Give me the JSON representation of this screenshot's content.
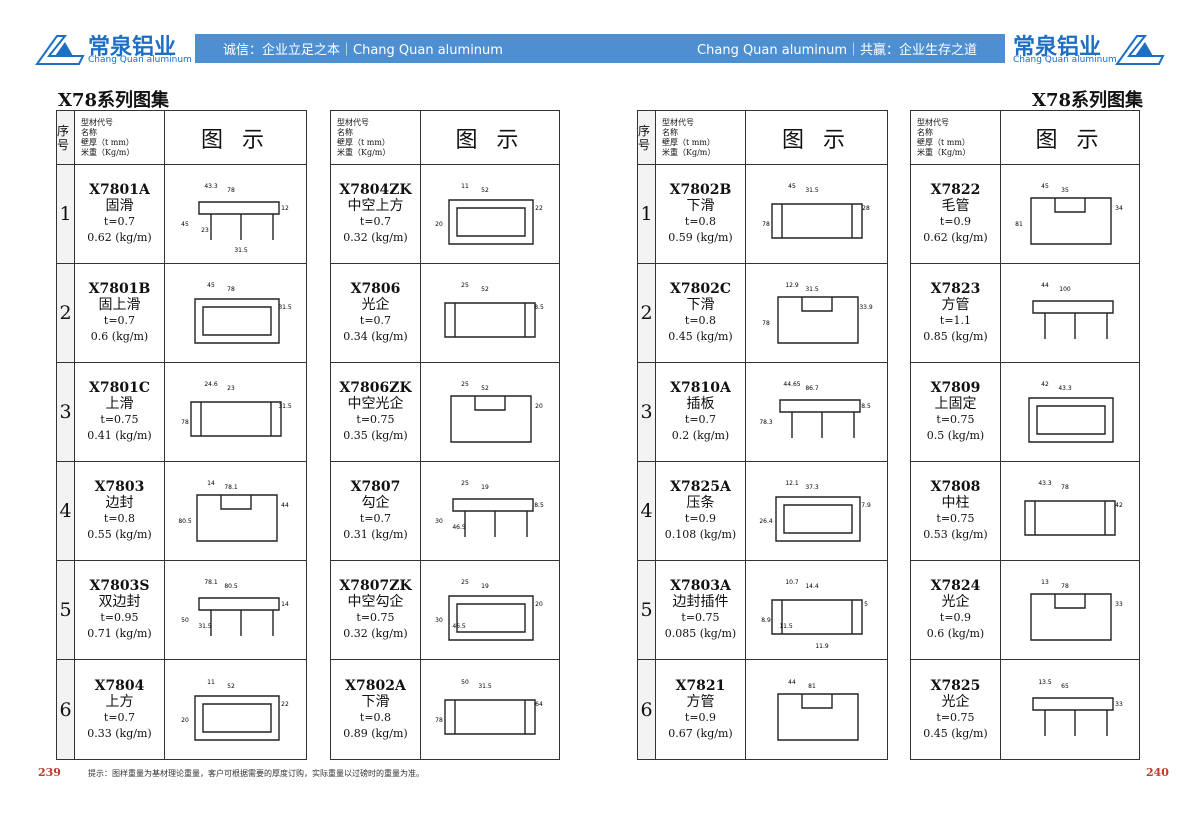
{
  "header": {
    "logo_cn": "常泉铝业",
    "logo_en": "Chang Quan aluminum",
    "slogan_left": "诚信：企业立足之本｜Chang Quan aluminum",
    "slogan_right": "Chang Quan aluminum｜共赢：企业生存之道",
    "brand_color": "#4e8fd1"
  },
  "left_title": "X78系列图集",
  "right_title": "X78系列图集",
  "table_header": {
    "idx": "序号",
    "info": [
      "型材代号",
      "名称",
      "壁厚（t mm）",
      "米重（Kg/m）"
    ],
    "fig": "图 示"
  },
  "tables": [
    {
      "rows": [
        {
          "idx": "1",
          "code": "X7801A",
          "name": "固滑",
          "t": "t=0.7",
          "w": "0.62 (kg/m)",
          "dims": [
            "78",
            "43.3",
            "12",
            "45",
            "23",
            "31.5"
          ]
        },
        {
          "idx": "2",
          "code": "X7801B",
          "name": "固上滑",
          "t": "t=0.7",
          "w": "0.6 (kg/m)",
          "dims": [
            "78",
            "45",
            "31.5"
          ]
        },
        {
          "idx": "3",
          "code": "X7801C",
          "name": "上滑",
          "t": "t=0.75",
          "w": "0.41 (kg/m)",
          "dims": [
            "23",
            "24.6",
            "31.5",
            "78"
          ]
        },
        {
          "idx": "4",
          "code": "X7803",
          "name": "边封",
          "t": "t=0.8",
          "w": "0.55 (kg/m)",
          "dims": [
            "78.1",
            "14",
            "44",
            "80.5"
          ]
        },
        {
          "idx": "5",
          "code": "X7803S",
          "name": "双边封",
          "t": "t=0.95",
          "w": "0.71 (kg/m)",
          "dims": [
            "80.5",
            "78.1",
            "14",
            "50",
            "31.5"
          ]
        },
        {
          "idx": "6",
          "code": "X7804",
          "name": "上方",
          "t": "t=0.7",
          "w": "0.33 (kg/m)",
          "dims": [
            "52",
            "11",
            "22",
            "20"
          ]
        }
      ]
    },
    {
      "rows": [
        {
          "code": "X7804ZK",
          "name": "中空上方",
          "t": "t=0.7",
          "w": "0.32 (kg/m)",
          "dims": [
            "52",
            "11",
            "22",
            "20"
          ]
        },
        {
          "code": "X7806",
          "name": "光企",
          "t": "t=0.7",
          "w": "0.34 (kg/m)",
          "dims": [
            "52",
            "25",
            "8.5"
          ]
        },
        {
          "code": "X7806ZK",
          "name": "中空光企",
          "t": "t=0.75",
          "w": "0.35 (kg/m)",
          "dims": [
            "52",
            "25",
            "20"
          ]
        },
        {
          "code": "X7807",
          "name": "勾企",
          "t": "t=0.7",
          "w": "0.31 (kg/m)",
          "dims": [
            "19",
            "25",
            "8.5",
            "30",
            "46.5"
          ]
        },
        {
          "code": "X7807ZK",
          "name": "中空勾企",
          "t": "t=0.75",
          "w": "0.32 (kg/m)",
          "dims": [
            "19",
            "25",
            "20",
            "30",
            "46.5"
          ]
        },
        {
          "code": "X7802A",
          "name": "下滑",
          "t": "t=0.8",
          "w": "0.89 (kg/m)",
          "dims": [
            "31.5",
            "50",
            "64",
            "78"
          ]
        }
      ]
    },
    {
      "rows": [
        {
          "idx": "1",
          "code": "X7802B",
          "name": "下滑",
          "t": "t=0.8",
          "w": "0.59 (kg/m)",
          "dims": [
            "31.5",
            "45",
            "28",
            "78"
          ]
        },
        {
          "idx": "2",
          "code": "X7802C",
          "name": "下滑",
          "t": "t=0.8",
          "w": "0.45 (kg/m)",
          "dims": [
            "31.5",
            "12.9",
            "33.9",
            "78"
          ]
        },
        {
          "idx": "3",
          "code": "X7810A",
          "name": "插板",
          "t": "t=0.7",
          "w": "0.2 (kg/m)",
          "dims": [
            "86.7",
            "44.65",
            "8.5",
            "78.3"
          ]
        },
        {
          "idx": "4",
          "code": "X7825A",
          "name": "压条",
          "t": "t=0.9",
          "w": "0.108 (kg/m)",
          "dims": [
            "37.3",
            "12.1",
            "7.9",
            "26.4"
          ]
        },
        {
          "idx": "5",
          "code": "X7803A",
          "name": "边封插件",
          "t": "t=0.75",
          "w": "0.085 (kg/m)",
          "dims": [
            "14.4",
            "10.7",
            "5",
            "8.9",
            "11.5",
            "11.9"
          ]
        },
        {
          "idx": "6",
          "code": "X7821",
          "name": "方管",
          "t": "t=0.9",
          "w": "0.67 (kg/m)",
          "dims": [
            "81",
            "44"
          ]
        }
      ]
    },
    {
      "rows": [
        {
          "code": "X7822",
          "name": "毛管",
          "t": "t=0.9",
          "w": "0.62 (kg/m)",
          "dims": [
            "35",
            "45",
            "34",
            "81"
          ]
        },
        {
          "code": "X7823",
          "name": "方管",
          "t": "t=1.1",
          "w": "0.85 (kg/m)",
          "dims": [
            "100",
            "44"
          ]
        },
        {
          "code": "X7809",
          "name": "上固定",
          "t": "t=0.75",
          "w": "0.5 (kg/m)",
          "dims": [
            "43.3",
            "42"
          ]
        },
        {
          "code": "X7808",
          "name": "中柱",
          "t": "t=0.75",
          "w": "0.53 (kg/m)",
          "dims": [
            "78",
            "43.3",
            "42"
          ]
        },
        {
          "code": "X7824",
          "name": "光企",
          "t": "t=0.9",
          "w": "0.6 (kg/m)",
          "dims": [
            "78",
            "13",
            "33"
          ]
        },
        {
          "code": "X7825",
          "name": "光企",
          "t": "t=0.75",
          "w": "0.45 (kg/m)",
          "dims": [
            "65",
            "13.5",
            "33"
          ]
        }
      ]
    }
  ],
  "footer": {
    "left_page": "239",
    "right_page": "240",
    "note": "提示：图样重量为基材理论重量，客户可根据需要的厚度订购，实际重量以过磅时的重量为准。"
  }
}
